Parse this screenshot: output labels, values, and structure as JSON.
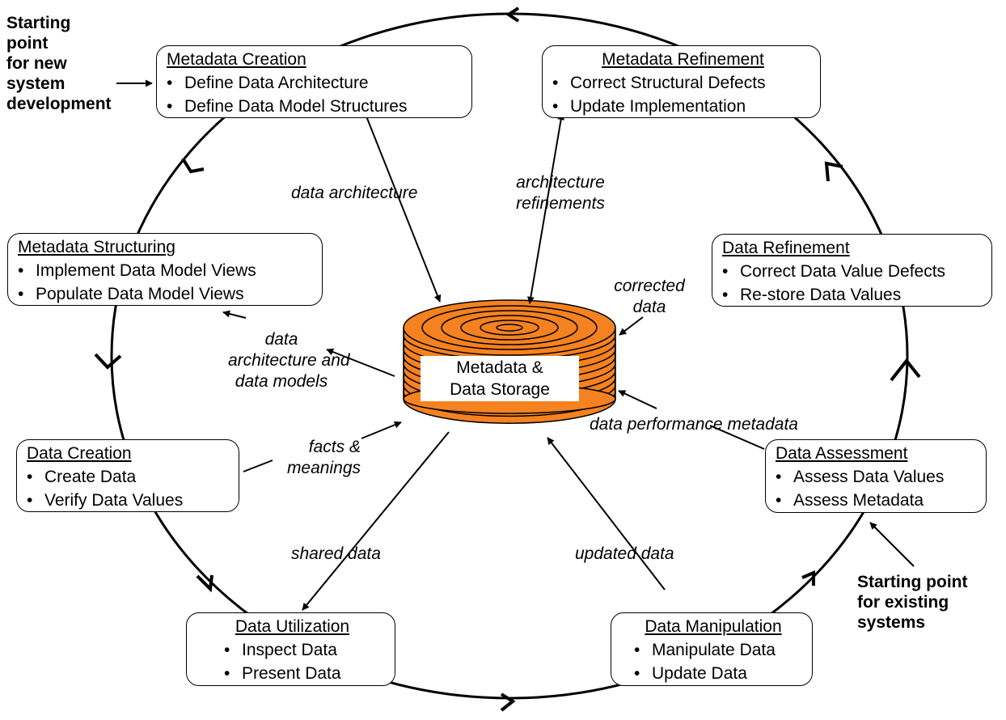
{
  "boxes": {
    "metadata_creation": {
      "title": "Metadata Creation",
      "items": [
        "Define Data Architecture",
        "Define Data Model Structures"
      ]
    },
    "metadata_refinement": {
      "title": "Metadata Refinement",
      "items": [
        "Correct Structural Defects",
        "Update Implementation"
      ]
    },
    "metadata_structuring": {
      "title": "Metadata Structuring",
      "items": [
        "Implement Data Model Views",
        "Populate Data Model Views"
      ]
    },
    "data_refinement": {
      "title": "Data Refinement",
      "items": [
        "Correct Data Value Defects",
        "Re-store Data Values"
      ]
    },
    "data_creation": {
      "title": "Data Creation",
      "items": [
        "Create Data",
        "Verify Data Values"
      ]
    },
    "data_assessment": {
      "title": "Data Assessment",
      "items": [
        "Assess Data Values",
        "Assess Metadata"
      ]
    },
    "data_utilization": {
      "title": "Data Utilization",
      "items": [
        "Inspect Data",
        "Present Data"
      ]
    },
    "data_manipulation": {
      "title": "Data Manipulation",
      "items": [
        "Manipulate Data",
        "Update Data"
      ]
    }
  },
  "center": {
    "line1": "Metadata &",
    "line2": "Data Storage",
    "fill_color": "#F58220"
  },
  "flow_labels": {
    "data_architecture": "data architecture",
    "architecture_refinements_1": "architecture",
    "architecture_refinements_2": "refinements",
    "corrected_data_1": "corrected",
    "corrected_data_2": "data",
    "data_arch_models_1": "data",
    "data_arch_models_2": "architecture and",
    "data_arch_models_3": "data models",
    "facts_meanings_1": "facts &",
    "facts_meanings_2": "meanings",
    "data_performance_metadata": "data performance metadata",
    "shared_data": "shared data",
    "updated_data": "updated data"
  },
  "notes": {
    "new_system": [
      "Starting",
      "point",
      "for new",
      "system",
      "development"
    ],
    "existing_system": [
      "Starting point",
      "for existing",
      "systems"
    ]
  },
  "bullet": "•"
}
